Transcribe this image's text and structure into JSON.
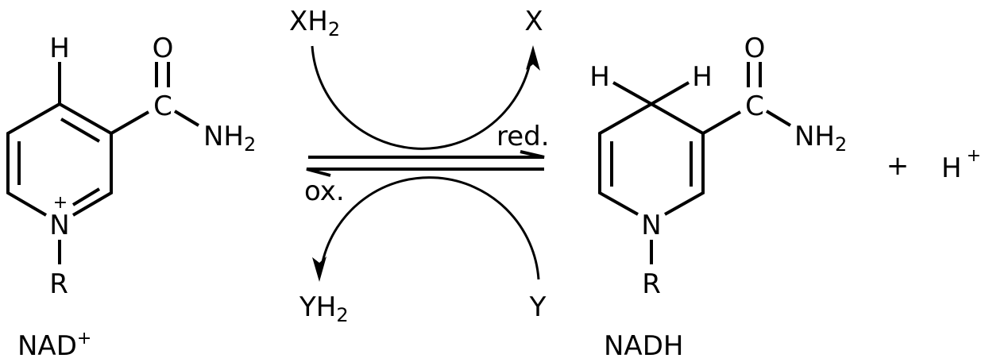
{
  "title": "NAD+ / NADH redox reaction",
  "nad": {
    "name": "NAD",
    "name_sup": "+",
    "h": "H",
    "o": "O",
    "c": "C",
    "nh": "NH",
    "nh_sub": "2",
    "n": "N",
    "n_charge": "+",
    "r": "R"
  },
  "nadh": {
    "name": "NADH",
    "h_left": "H",
    "h_right": "H",
    "o": "O",
    "c": "C",
    "nh": "NH",
    "nh_sub": "2",
    "n": "N",
    "r": "R"
  },
  "products": {
    "plus": "+",
    "proton": "H",
    "proton_sup": "+"
  },
  "arrows": {
    "forward_label": "red.",
    "reverse_label": "ox.",
    "top_left": "XH",
    "top_left_sub": "2",
    "top_right": "X",
    "bottom_left": "YH",
    "bottom_left_sub": "2",
    "bottom_right": "Y"
  }
}
